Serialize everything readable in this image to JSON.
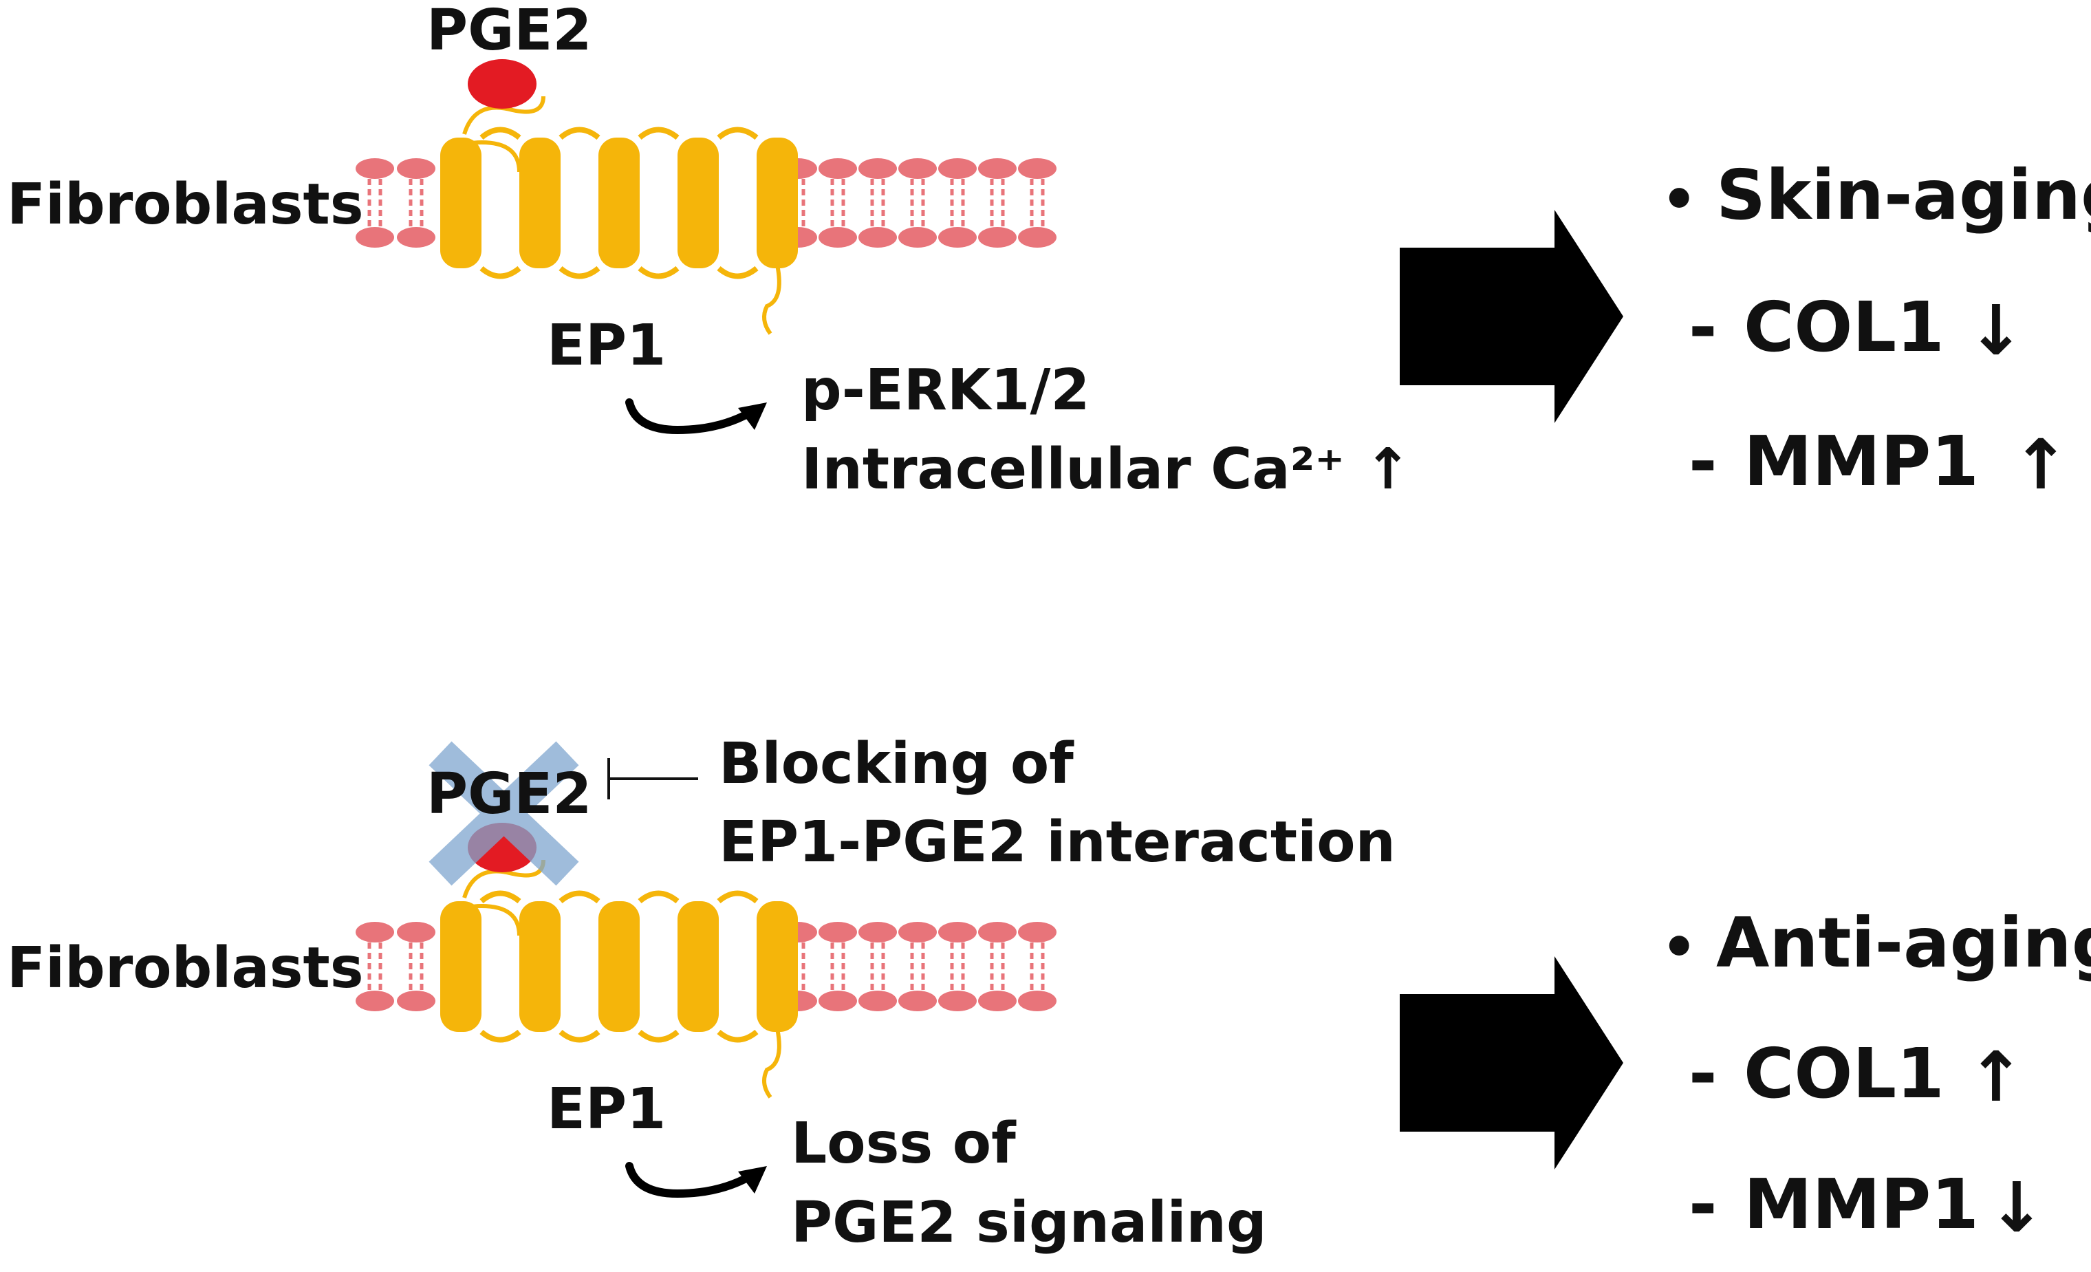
{
  "colors": {
    "membrane_head": "#e8747a",
    "membrane_tail": "#e8747a",
    "receptor": "#f5b50a",
    "ligand": "#e31b23",
    "block_cross": "#7fa6cf",
    "arrow": "#000000",
    "text": "#111111"
  },
  "panels": [
    {
      "cell_label": "Fibroblasts",
      "ligand_label": "PGE2",
      "receptor_label": "EP1",
      "ligand_blocked": false,
      "effect_lines": [
        "p-ERK1/2",
        "Intracellular Ca²⁺ ↑"
      ],
      "outcome": {
        "heading": "Skin-aging",
        "markers": [
          {
            "label": "COL1",
            "direction": "↓"
          },
          {
            "label": "MMP1",
            "direction": "↑"
          }
        ]
      }
    },
    {
      "cell_label": "Fibroblasts",
      "ligand_label": "PGE2",
      "receptor_label": "EP1",
      "ligand_blocked": true,
      "block_label_lines": [
        "Blocking of",
        "EP1-PGE2 interaction"
      ],
      "effect_lines": [
        "Loss of",
        "PGE2 signaling"
      ],
      "outcome": {
        "heading": "Anti-aging",
        "markers": [
          {
            "label": "COL1",
            "direction": "↑"
          },
          {
            "label": "MMP1",
            "direction": "↓"
          }
        ]
      }
    }
  ],
  "icons": {
    "bullet": "•",
    "dash": "-",
    "inhibition": "⊣"
  }
}
